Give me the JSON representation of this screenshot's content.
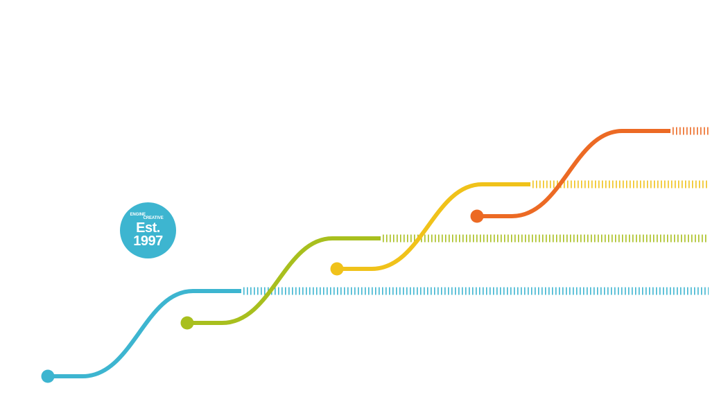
{
  "badge": {
    "logo_line1": "ENGINE",
    "logo_line2": "CREATIVE",
    "line1": "Est.",
    "line2": "1997",
    "color": "#3db5d0"
  },
  "tracks": [
    {
      "name": "blue-track",
      "color": "#3db5d0"
    },
    {
      "name": "green-track",
      "color": "#a8bf1e"
    },
    {
      "name": "yellow-track",
      "color": "#f0c21a"
    },
    {
      "name": "orange-track",
      "color": "#ec6a24"
    }
  ]
}
